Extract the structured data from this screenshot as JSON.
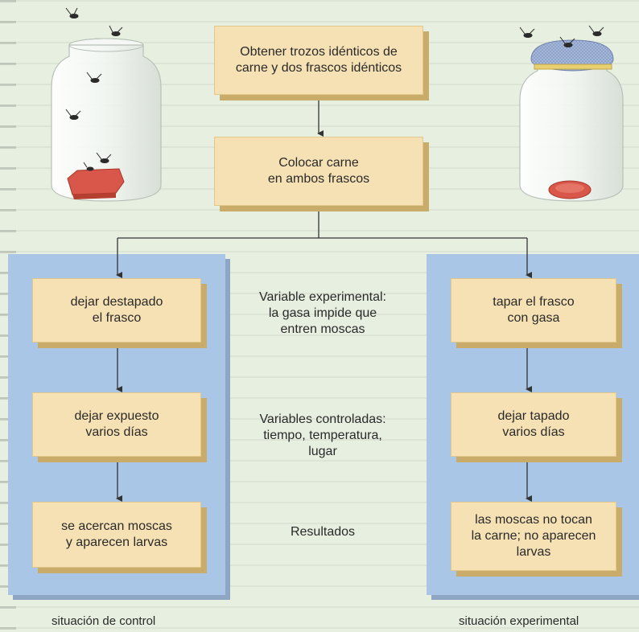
{
  "top_steps": [
    "Obtener trozos idénticos de\ncarne y dos frascos idénticos",
    "Colocar carne\nen ambos frascos"
  ],
  "control": {
    "steps": [
      "dejar destapado\nel frasco",
      "dejar expuesto\nvarios días",
      "se acercan moscas\ny aparecen larvas"
    ],
    "caption": "situación de control"
  },
  "experimental": {
    "steps": [
      "tapar el frasco\ncon gasa",
      "dejar tapado\nvarios días",
      "las moscas no tocan\nla carne; no aparecen\nlarvas"
    ],
    "caption": "situación experimental"
  },
  "middle": {
    "variable_experimental": "Variable experimental:\nla gasa impide que\nentren moscas",
    "variables_controladas": "Variables controladas:\ntiempo, temperatura,\nlugar",
    "resultados": "Resultados"
  },
  "colors": {
    "panel": "#a9c6e6",
    "box": "#f6e1b4",
    "background": "#e7efe0",
    "gauze": "#9fb3d6"
  },
  "icons": [
    "open-jar-icon",
    "covered-jar-icon",
    "fly-icon",
    "meat-icon"
  ]
}
